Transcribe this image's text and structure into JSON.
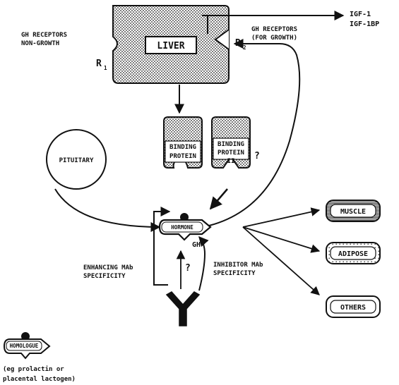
{
  "liver": {
    "label": "LIVER",
    "r1": "R",
    "r1_sub": "1",
    "r2": "R",
    "r2_sub": "2"
  },
  "receptors": {
    "nongrowth_line1": "GH RECEPTORS",
    "nongrowth_line2": "NON-GROWTH",
    "growth_line1": "GH RECEPTORS",
    "growth_line2": "(FOR GROWTH)"
  },
  "outputs": {
    "igf1": "IGF-1",
    "igf1bp": "IGF-1BP"
  },
  "binding_proteins": {
    "bp1_line1": "BINDING",
    "bp1_line2": "PROTEIN",
    "bp2_line1": "BINDING",
    "bp2_line2": "PROTEIN",
    "bp2_line3": "II",
    "question": "?"
  },
  "pituitary": "PITUITARY",
  "hormone": {
    "label": "HORMONE",
    "gh": "GH",
    "question": "?"
  },
  "mab": {
    "enhancing_line1": "ENHANCING MAb",
    "enhancing_line2": "SPECIFICITY",
    "inhibitor_line1": "INHIBITOR MAb",
    "inhibitor_line2": "SPECIFICITY"
  },
  "targets": {
    "muscle": "MUSCLE",
    "adipose": "ADIPOSE",
    "others": "OTHERS"
  },
  "homologue": {
    "label": "HOMOLOGUE",
    "note_line1": "(eg prolactin or",
    "note_line2": "placental lactogen)"
  }
}
